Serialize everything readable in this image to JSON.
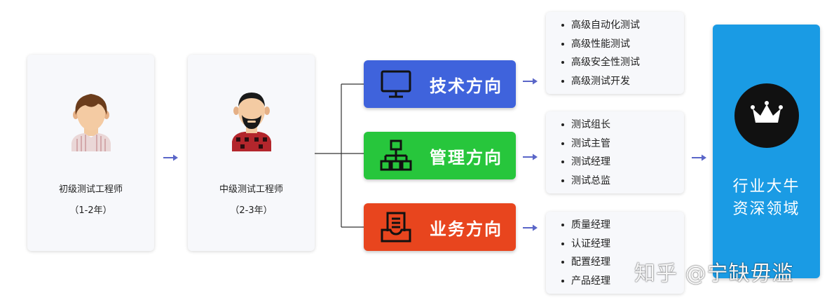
{
  "stages": [
    {
      "title": "初级测试工程师",
      "years": "（1-2年）"
    },
    {
      "title": "中级测试工程师",
      "years": "（2-3年）"
    }
  ],
  "directions": [
    {
      "label": "技术方向",
      "color": "#3f63dc",
      "icon": "monitor-icon",
      "items": [
        "高级自动化测试",
        "高级性能测试",
        "高级安全性测试",
        "高级测试开发"
      ]
    },
    {
      "label": "管理方向",
      "color": "#27c63c",
      "icon": "org-chart-icon",
      "items": [
        "测试组长",
        "测试主管",
        "测试经理",
        "测试总监"
      ]
    },
    {
      "label": "业务方向",
      "color": "#e8451e",
      "icon": "inbox-document-icon",
      "items": [
        "质量经理",
        "认证经理",
        "配置经理",
        "产品经理"
      ]
    }
  ],
  "target": {
    "line1": "行业大牛",
    "line2": "资深领域",
    "icon": "crown-icon",
    "color": "#1a9be4"
  },
  "watermark": "知乎 @宁缺毋滥",
  "colors": {
    "arrow": "#5a66c8",
    "connector": "#333333"
  }
}
